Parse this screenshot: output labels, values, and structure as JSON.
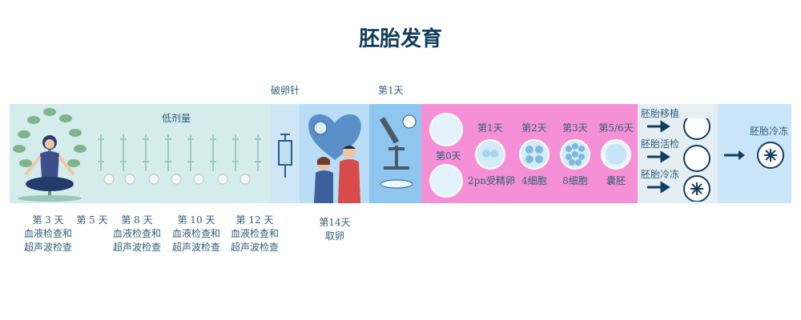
{
  "title": "胚胎发育",
  "top_labels": {
    "trigger": "破卵针",
    "day1": "第1天"
  },
  "stim": {
    "dose_label": "低剂量"
  },
  "lab": {
    "day0": "第0天",
    "stages": [
      {
        "day": "第1天",
        "name": "2pn受精卵"
      },
      {
        "day": "第2天",
        "name": "4细胞"
      },
      {
        "day": "第3天",
        "name": "8细胞"
      },
      {
        "day": "第5/6天",
        "name": "囊胚"
      }
    ]
  },
  "outcomes": {
    "transfer": "胚胎移植",
    "biopsy": "胚胎活检",
    "freeze": "胚胎冷冻",
    "final": "胚胎冷冻"
  },
  "timeline": {
    "day3": {
      "day": "第 3 天",
      "line1": "血液检查和",
      "line2": "超声波检查"
    },
    "day5": {
      "day": "第 5 天"
    },
    "day8": {
      "day": "第 8 天",
      "line1": "血液检查和",
      "line2": "超声波检查"
    },
    "day10": {
      "day": "第 10 天",
      "line1": "血液检查和",
      "line2": "超声波检查"
    },
    "day12": {
      "day": "第 12 天",
      "line1": "血液检查和",
      "line2": "超声波检查"
    },
    "day14": {
      "day": "第14天",
      "line1": "取卵"
    }
  },
  "colors": {
    "stim_bg": "#d4ecec",
    "trigger_bg": "#cfe6f7",
    "retrieval_bg": "#b9ddf6",
    "day1_bg": "#8fc6f0",
    "lab_bg": "#f590d6",
    "outcome_bg": "#e4eef3",
    "final_bg": "#c9e5f7",
    "dark_blue": "#123e5e"
  },
  "icons": [
    "meditating-woman-icon",
    "syringe-icon",
    "pill-icon",
    "heart-icon",
    "couple-icon",
    "microscope-icon",
    "petri-dish-icon",
    "egg-cell-icon",
    "embryo-icon",
    "arrow-icon",
    "uterus-icon",
    "snowflake-icon"
  ]
}
